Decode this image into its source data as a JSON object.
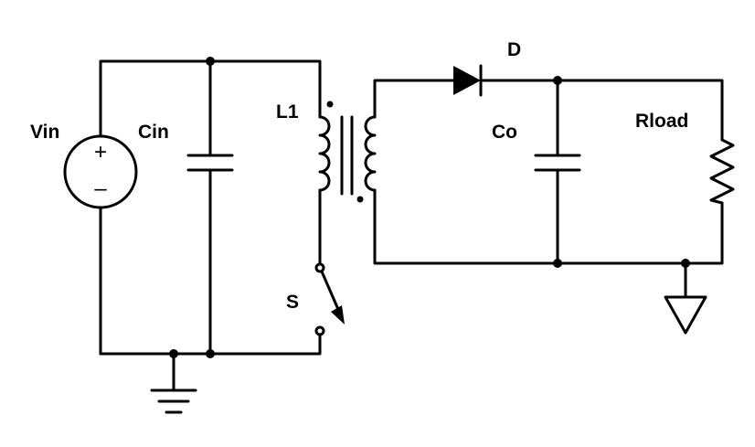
{
  "diagram": {
    "type": "flyback converter schematic",
    "stroke_color": "#000000",
    "background_color": "#ffffff",
    "components": {
      "source": {
        "label": "Vin",
        "plus": "+",
        "minus": "–"
      },
      "input_capacitor": {
        "label": "Cin"
      },
      "primary_winding": {
        "label": "L1"
      },
      "switch": {
        "label": "S"
      },
      "diode": {
        "label": "D"
      },
      "output_capacitor": {
        "label": "Co"
      },
      "load_resistor": {
        "label": "Rload"
      }
    },
    "grounds": [
      "primary-ground",
      "secondary-ground"
    ]
  }
}
